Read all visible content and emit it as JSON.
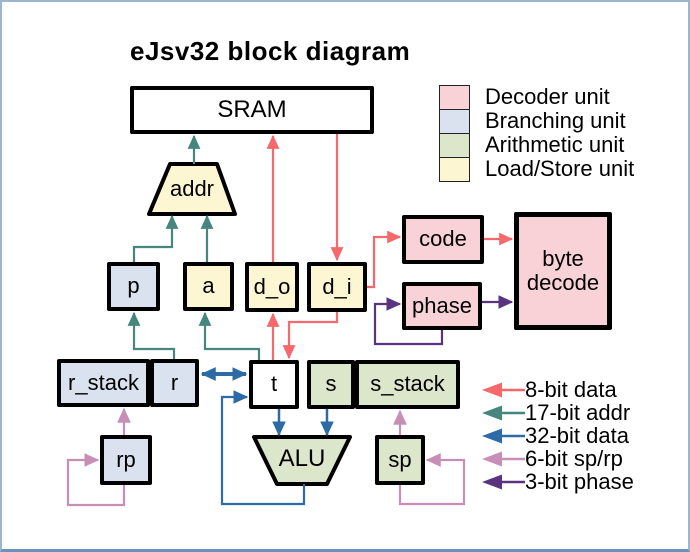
{
  "title": "eJsv32 block diagram",
  "blocks": {
    "sram": "SRAM",
    "addr": "addr",
    "p": "p",
    "a": "a",
    "d_o": "d_o",
    "d_i": "d_i",
    "code": "code",
    "phase": "phase",
    "byte_decode": "byte decode",
    "r_stack": "r_stack",
    "r": "r",
    "t": "t",
    "s": "s",
    "s_stack": "s_stack",
    "rp": "rp",
    "sp": "sp",
    "alu": "ALU"
  },
  "unit_legend": [
    {
      "label": "Decoder unit",
      "color": "#f9d2d7"
    },
    {
      "label": "Branching unit",
      "color": "#d9e2ee"
    },
    {
      "label": "Arithmetic unit",
      "color": "#dce6cb"
    },
    {
      "label": "Load/Store unit",
      "color": "#fcf7d2"
    }
  ],
  "arrow_legend": [
    {
      "label": "8-bit data",
      "color": "#f5696d"
    },
    {
      "label": "17-bit addr",
      "color": "#47867d"
    },
    {
      "label": "32-bit data",
      "color": "#2d6ba6"
    },
    {
      "label": "6-bit sp/rp",
      "color": "#c78fb5"
    },
    {
      "label": "3-bit phase",
      "color": "#5b3480"
    }
  ]
}
